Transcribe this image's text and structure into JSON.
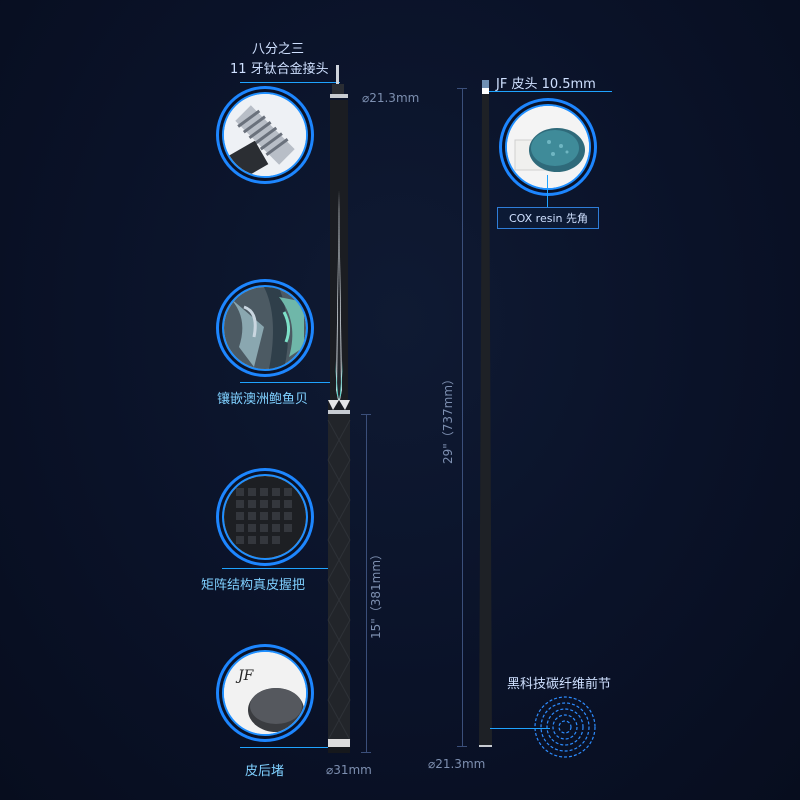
{
  "callouts": {
    "joint_line1": "八分之三",
    "joint_line2": "11 牙钛合金接头",
    "inlay": "镶嵌澳洲鲍鱼贝",
    "grip": "矩阵结构真皮握把",
    "bumper": "皮后堵",
    "tip": "JF 皮头 10.5mm",
    "ferrule": "COX resin 先角",
    "shaft": "黑科技碳纤维前节"
  },
  "dimensions": {
    "butt_top_dia": "⌀21.3mm",
    "butt_bottom_dia": "⌀31mm",
    "butt_length": "15\"（381mm）",
    "shaft_length": "29\"（737mm）",
    "shaft_bottom_dia": "⌀21.3mm"
  },
  "colors": {
    "accent": "#1f8fff",
    "background": "#0a1228",
    "cue": "#1b1d22"
  }
}
